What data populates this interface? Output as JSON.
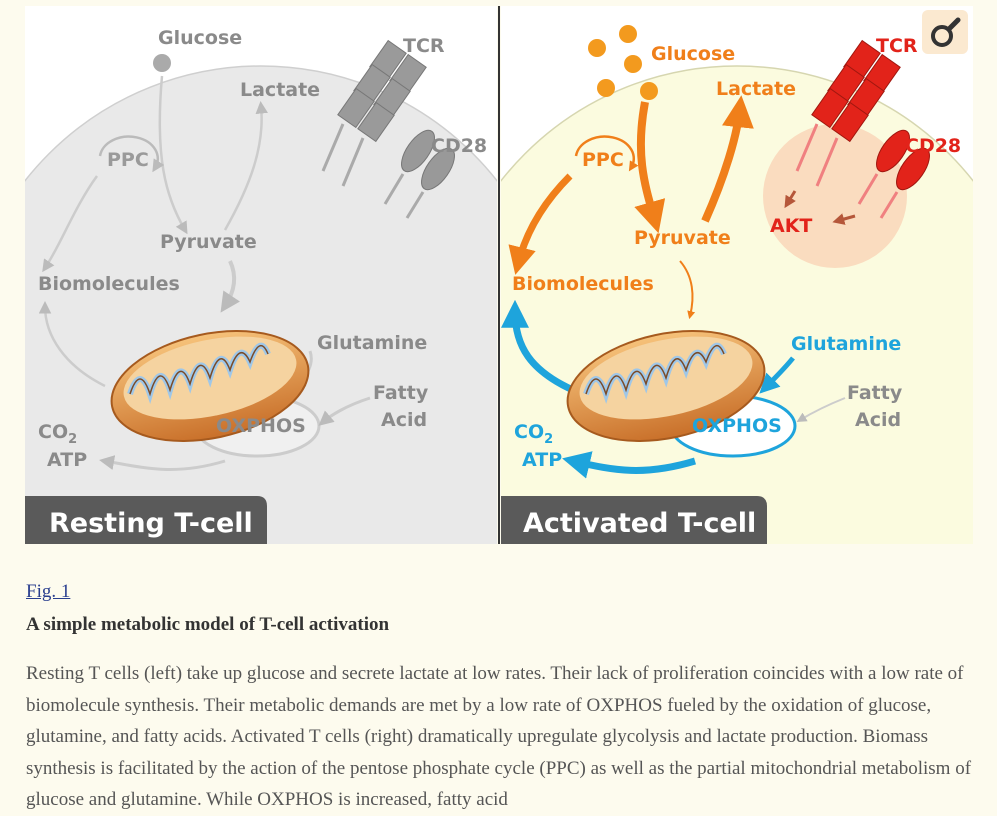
{
  "figure": {
    "left_panel": {
      "banner": "Resting T-cell",
      "glucose": "Glucose",
      "lactate": "Lactate",
      "tcr": "TCR",
      "cd28": "CD28",
      "ppc": "PPC",
      "pyruvate": "Pyruvate",
      "biomolecules": "Biomolecules",
      "glutamine": "Glutamine",
      "fatty": "Fatty",
      "acid": "Acid",
      "oxphos": "OXPHOS",
      "co2": "CO",
      "co2_sub": "2",
      "atp": "ATP"
    },
    "right_panel": {
      "banner": "Activated T-cell",
      "glucose": "Glucose",
      "lactate": "Lactate",
      "tcr": "TCR",
      "cd28": "CD28",
      "akt": "AKT",
      "ppc": "PPC",
      "pyruvate": "Pyruvate",
      "biomolecules": "Biomolecules",
      "glutamine": "Glutamine",
      "fatty": "Fatty",
      "acid": "Acid",
      "oxphos": "OXPHOS",
      "co2": "CO",
      "co2_sub": "2",
      "atp": "ATP"
    },
    "colors": {
      "resting_gray": "#aaaaaa",
      "orange": "#f07f1a",
      "red": "#e2231a",
      "blue": "#1ea4dc",
      "banner_bg": "#5a5a5a"
    },
    "zoom_icon": "zoom-icon"
  },
  "caption": {
    "fig_label": "Fig. 1",
    "title": "A simple metabolic model of T-cell activation",
    "text": "Resting T cells (left) take up glucose and secrete lactate at low rates. Their lack of proliferation coincides with a low rate of biomolecule synthesis. Their metabolic demands are met by a low rate of OXPHOS fueled by the oxidation of glucose, glutamine, and fatty acids. Activated T cells (right) dramatically upregulate glycolysis and lactate production. Biomass synthesis is facilitated by the action of the pentose phosphate cycle (PPC) as well as the partial mitochondrial metabolism of glucose and glutamine. While OXPHOS is increased, fatty acid"
  }
}
